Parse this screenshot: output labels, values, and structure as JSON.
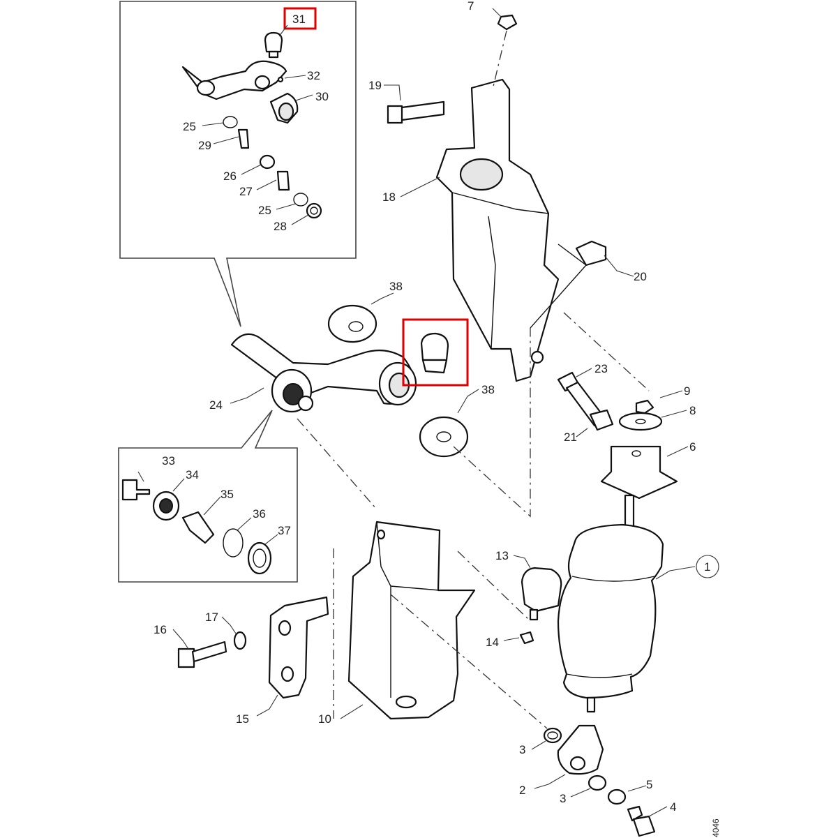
{
  "diagram": {
    "callouts": {
      "c1": "1",
      "c2": "2",
      "c3a": "3",
      "c3b": "3",
      "c4": "4",
      "c5": "5",
      "c6": "6",
      "c7": "7",
      "c8": "8",
      "c9": "9",
      "c10": "10",
      "c13": "13",
      "c14": "14",
      "c15": "15",
      "c16": "16",
      "c17": "17",
      "c18": "18",
      "c19": "19",
      "c20": "20",
      "c21": "21",
      "c23": "23",
      "c24": "24",
      "c25a": "25",
      "c25b": "25",
      "c26": "26",
      "c27": "27",
      "c28": "28",
      "c29": "29",
      "c30": "30",
      "c31": "31",
      "c32": "32",
      "c33": "33",
      "c34": "34",
      "c35": "35",
      "c36": "36",
      "c37": "37",
      "c38a": "38",
      "c38b": "38"
    },
    "highlighted_part": "31",
    "drawing_code": "4046",
    "highlight_color": "#e00000"
  }
}
